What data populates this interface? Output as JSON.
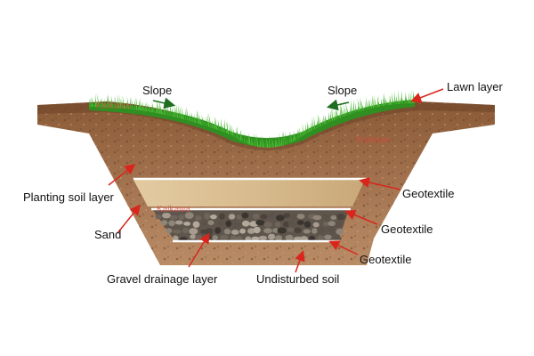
{
  "labels": {
    "slope_left": "Slope",
    "slope_right": "Slope",
    "lawn_layer": "Lawn layer",
    "geotextile_1": "Geotextile",
    "geotextile_2": "Geotextile",
    "geotextile_3": "Geotextile",
    "planting_soil_layer": "Planting soil layer",
    "sand": "Sand",
    "gravel_drainage_layer": "Gravel drainage layer",
    "undisturbed_soil": "Undisturbed soil"
  },
  "watermarks": {
    "top_left": "Kaikawa",
    "middle": "Kaikawa",
    "right": "Kaikawa"
  },
  "colors": {
    "grass": "#3fae2a",
    "soil": "#9b6a44",
    "soil_dark": "#7a4e2f",
    "sand": "#d8bc8f",
    "gravel": "#6c6258",
    "geotextile": "#ffffff",
    "arrow_red": "#d9261c",
    "arrow_green": "#1f6e1f"
  }
}
